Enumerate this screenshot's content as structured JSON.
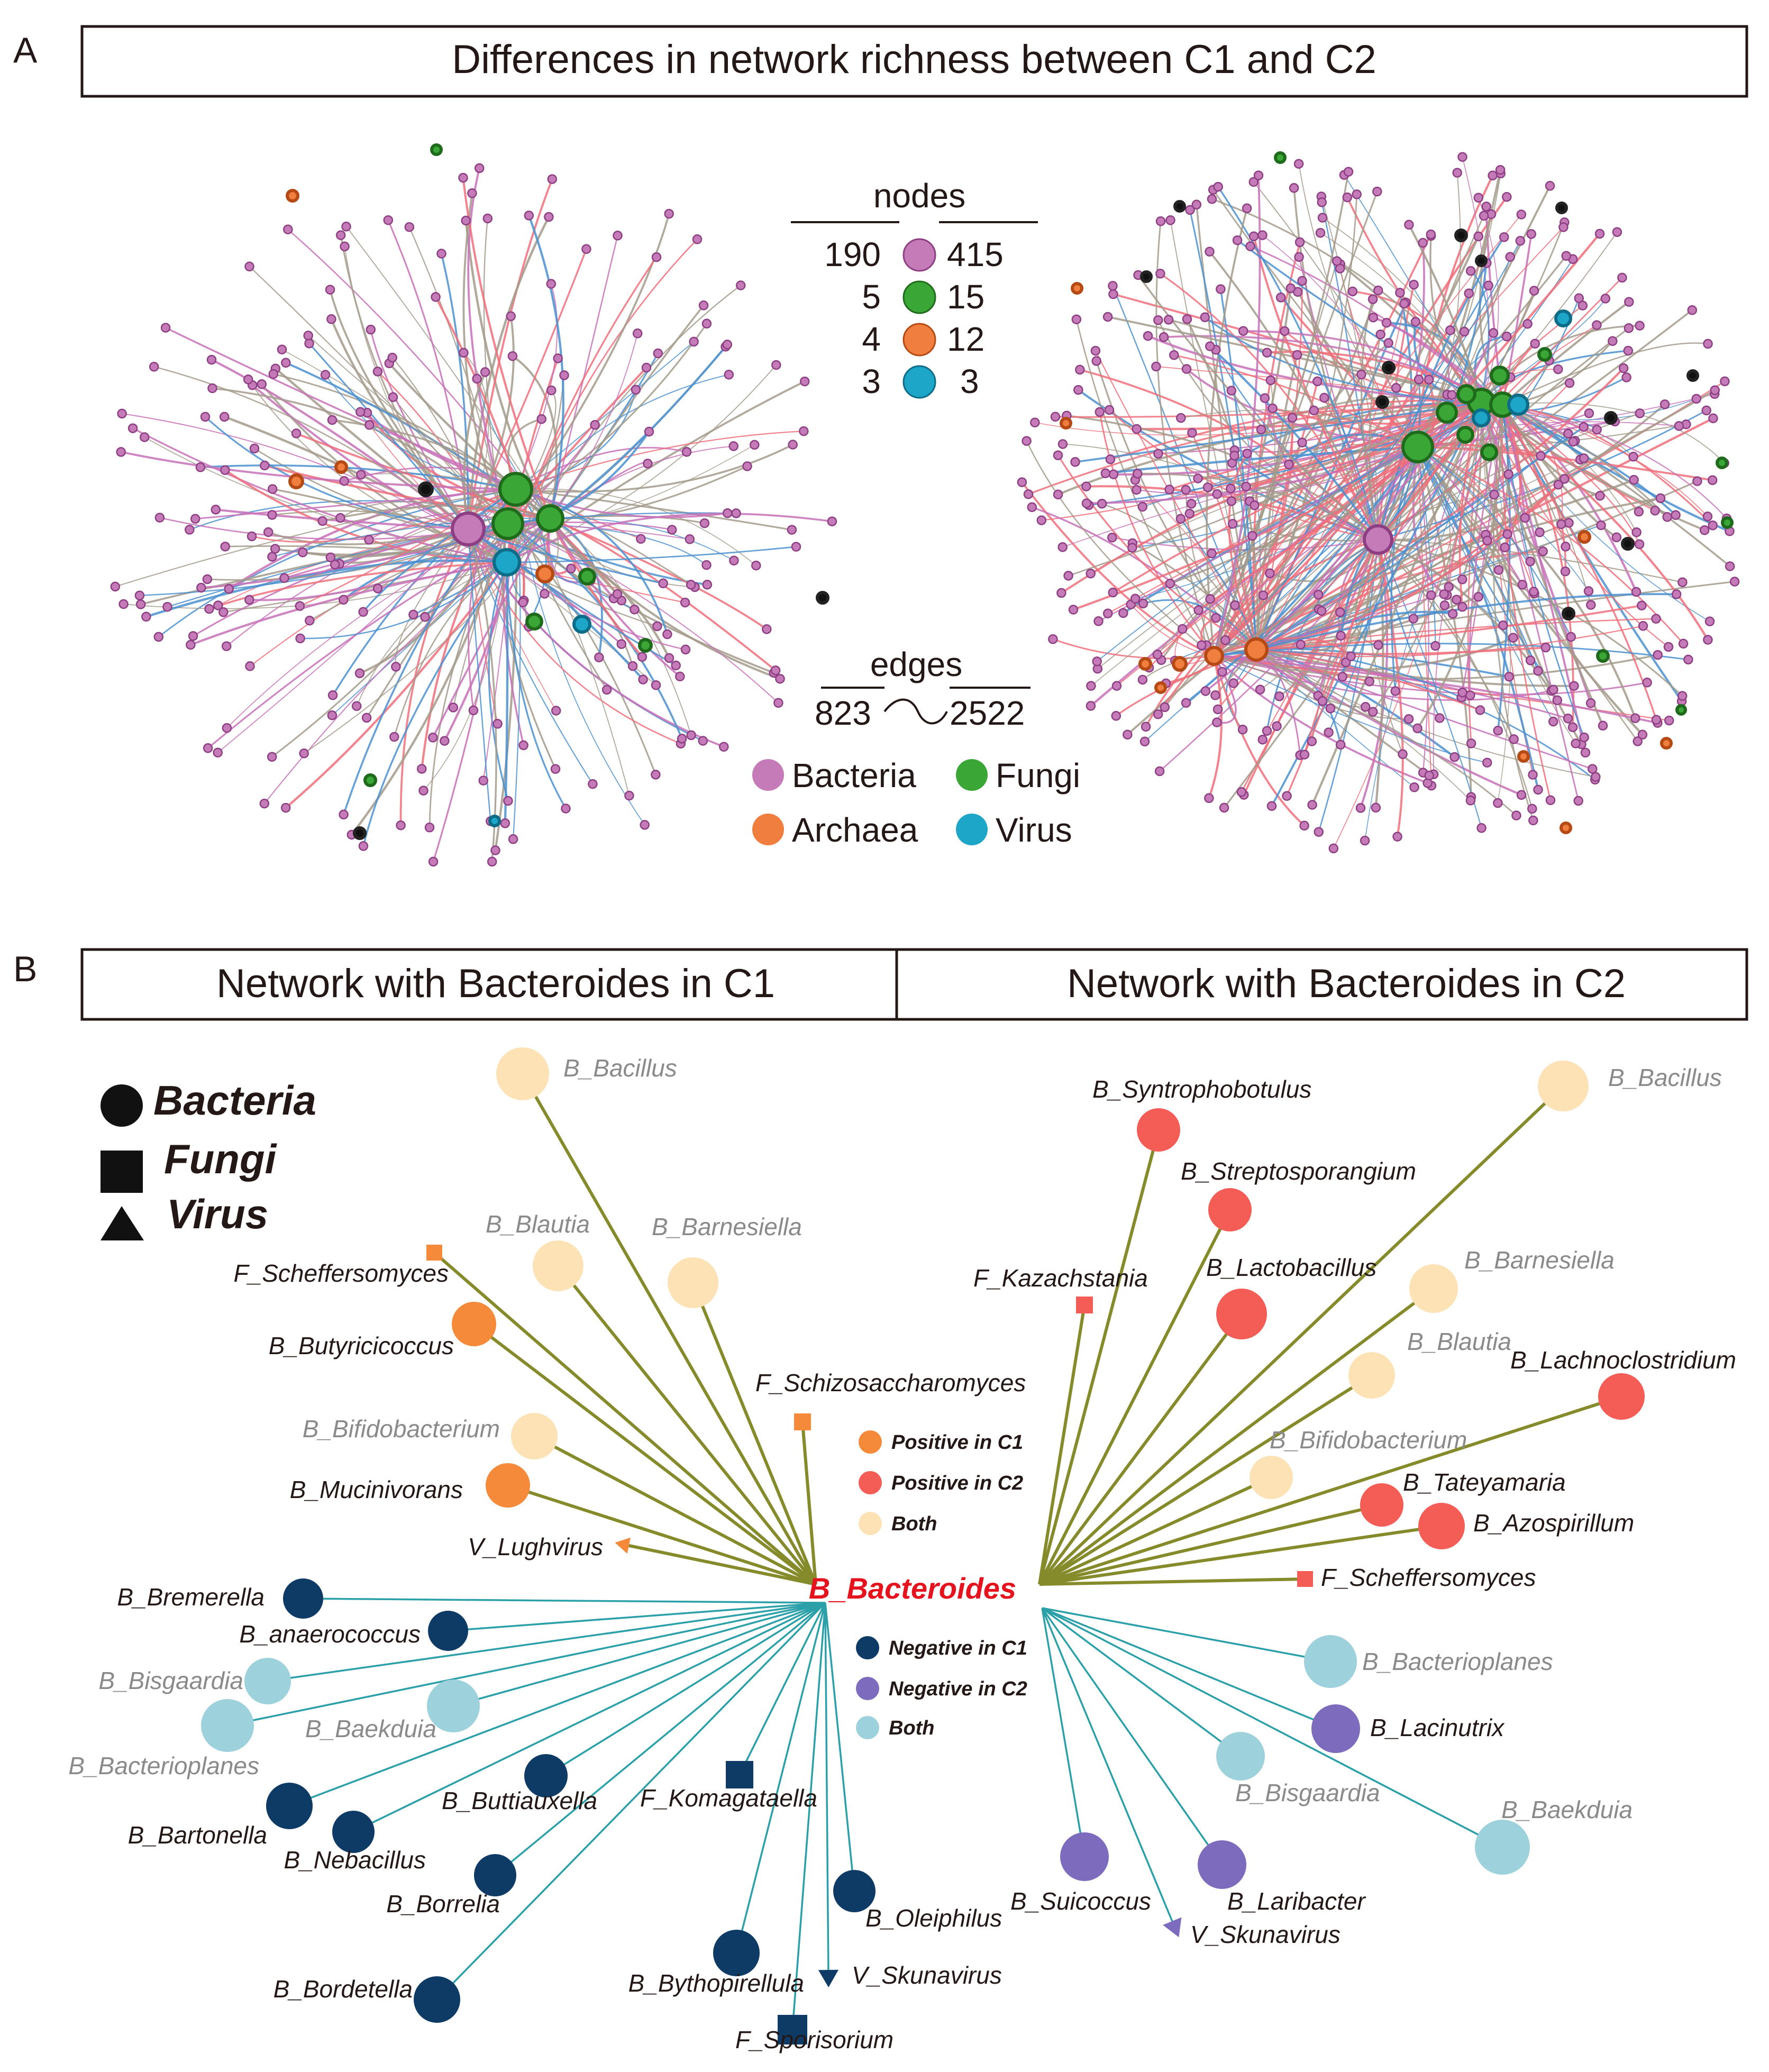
{
  "panel_a": {
    "label": "A",
    "title": "Differences in network richness between C1 and C2",
    "nodes_header": "nodes",
    "node_counts": [
      {
        "c1": "190",
        "c2": "415",
        "type": "Bacteria"
      },
      {
        "c1": "5",
        "c2": "15",
        "type": "Fungi"
      },
      {
        "c1": "4",
        "c2": "12",
        "type": "Archaea"
      },
      {
        "c1": "3",
        "c2": "3",
        "type": "Virus"
      }
    ],
    "edges_header": "edges",
    "edge_counts": {
      "c1": "823",
      "c2": "2522"
    },
    "legend": [
      {
        "name": "Bacteria"
      },
      {
        "name": "Fungi"
      },
      {
        "name": "Archaea"
      },
      {
        "name": "Virus"
      }
    ],
    "colors": {
      "bacteria": "#c57bb7",
      "bacteria_stroke": "#8e3f84",
      "fungi": "#3aa635",
      "fungi_stroke": "#1f6b1c",
      "archaea": "#f07e3e",
      "archaea_stroke": "#b54a14",
      "virus": "#1ea6c9",
      "virus_stroke": "#0d6c88",
      "other": "#111111",
      "edge_gray": "#a39a8a",
      "edge_blue": "#4a90d0",
      "edge_pink": "#ef6f7a",
      "edge_purple": "#c870b8"
    }
  },
  "panel_b": {
    "label": "B",
    "title_c1": "Network with Bacteroides in C1",
    "title_c2": "Network with Bacteroides in C2",
    "center": "B_Bacteroides",
    "shape_legend": [
      {
        "name": "Bacteria",
        "shape": "circle"
      },
      {
        "name": "Fungi",
        "shape": "square"
      },
      {
        "name": "Virus",
        "shape": "triangle"
      }
    ],
    "positive_legend": [
      {
        "name": "Positive in C1",
        "color": "#f58a3a"
      },
      {
        "name": "Positive in C2",
        "color": "#f45d55"
      },
      {
        "name": "Both",
        "color": "#fde2b5"
      }
    ],
    "negative_legend": [
      {
        "name": "Negative in C1",
        "color": "#0e3b66"
      },
      {
        "name": "Negative in C2",
        "color": "#7d6bbd"
      },
      {
        "name": "Both",
        "color": "#9dd2dd"
      }
    ],
    "edge_colors": {
      "positive": "#858a2a",
      "negative": "#2ba0a8"
    },
    "c1_positive": [
      {
        "label": "B_Bacillus",
        "cls": "both"
      },
      {
        "label": "B_Blautia",
        "cls": "both"
      },
      {
        "label": "B_Barnesiella",
        "cls": "both"
      },
      {
        "label": "F_Scheffersomyces",
        "cls": "c1"
      },
      {
        "label": "B_Butyricicoccus",
        "cls": "c1"
      },
      {
        "label": "F_Schizosaccharomyces",
        "cls": "c1"
      },
      {
        "label": "B_Bifidobacterium",
        "cls": "both"
      },
      {
        "label": "B_Mucinivorans",
        "cls": "c1"
      },
      {
        "label": "V_Lughvirus",
        "cls": "c1"
      }
    ],
    "c2_positive": [
      {
        "label": "B_Syntrophobotulus",
        "cls": "c2"
      },
      {
        "label": "B_Bacillus",
        "cls": "both"
      },
      {
        "label": "B_Streptosporangium",
        "cls": "c2"
      },
      {
        "label": "F_Kazachstania",
        "cls": "c2"
      },
      {
        "label": "B_Lactobacillus",
        "cls": "c2"
      },
      {
        "label": "B_Barnesiella",
        "cls": "both"
      },
      {
        "label": "B_Blautia",
        "cls": "both"
      },
      {
        "label": "B_Lachnoclostridium",
        "cls": "c2"
      },
      {
        "label": "B_Bifidobacterium",
        "cls": "both"
      },
      {
        "label": "B_Tateyamaria",
        "cls": "c2"
      },
      {
        "label": "B_Azospirillum",
        "cls": "c2"
      },
      {
        "label": "F_Scheffersomyces",
        "cls": "c2"
      }
    ],
    "c1_negative": [
      {
        "label": "B_Bremerella",
        "cls": "c1"
      },
      {
        "label": "B_anaerococcus",
        "cls": "c1"
      },
      {
        "label": "B_Bisgaardia",
        "cls": "both"
      },
      {
        "label": "B_Baekduia",
        "cls": "both"
      },
      {
        "label": "B_Bacterioplanes",
        "cls": "both"
      },
      {
        "label": "B_Buttiauxella",
        "cls": "c1"
      },
      {
        "label": "F_Komagataella",
        "cls": "c1"
      },
      {
        "label": "B_Bartonella",
        "cls": "c1"
      },
      {
        "label": "B_Nebacillus",
        "cls": "c1"
      },
      {
        "label": "B_Borrelia",
        "cls": "c1"
      },
      {
        "label": "B_Oleiphilus",
        "cls": "c1"
      },
      {
        "label": "B_Bythopirellula",
        "cls": "c1"
      },
      {
        "label": "V_Skunavirus",
        "cls": "c1"
      },
      {
        "label": "B_Bordetella",
        "cls": "c1"
      },
      {
        "label": "F_Sporisorium",
        "cls": "c1"
      }
    ],
    "c2_negative": [
      {
        "label": "B_Bacterioplanes",
        "cls": "both"
      },
      {
        "label": "B_Lacinutrix",
        "cls": "c2"
      },
      {
        "label": "B_Bisgaardia",
        "cls": "both"
      },
      {
        "label": "B_Baekduia",
        "cls": "both"
      },
      {
        "label": "B_Suicoccus",
        "cls": "c2"
      },
      {
        "label": "B_Laribacter",
        "cls": "c2"
      },
      {
        "label": "V_Skunavirus",
        "cls": "c2"
      }
    ]
  }
}
